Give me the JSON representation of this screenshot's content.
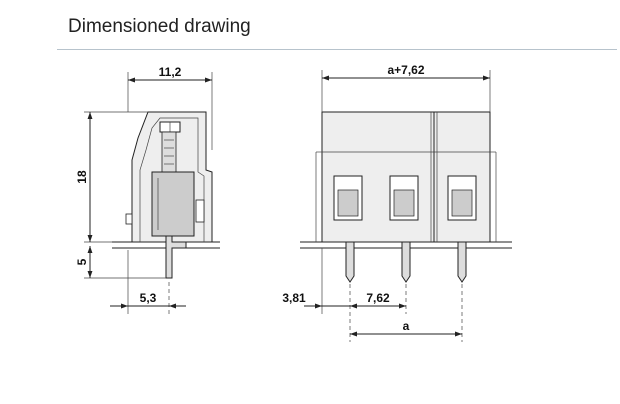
{
  "header": {
    "title": "Dimensioned drawing"
  },
  "side_view": {
    "width_label": "11,2",
    "height_label": "18",
    "pin_length_label": "5",
    "pin_offset_label": "5,3"
  },
  "front_view": {
    "overall_width_label": "a+7,62",
    "edge_offset_label": "3,81",
    "pitch_label": "7,62",
    "span_label": "a"
  },
  "colors": {
    "rule": "#b7c3cc",
    "body_fill": "#eeeeee",
    "insert_fill": "#cccccc",
    "line": "#222222"
  }
}
